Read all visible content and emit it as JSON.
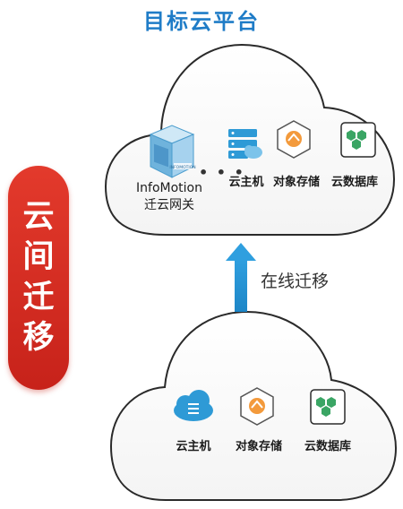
{
  "title": "目标云平台",
  "side_label": [
    "云",
    "间",
    "迁",
    "移"
  ],
  "migrate_label": "在线迁移",
  "gateway": {
    "line1": "InfoMotion",
    "line2": "迁云网关",
    "box_text": "INFOMOTION"
  },
  "ellipsis": "• • •",
  "top_services": [
    "云主机",
    "对象存储",
    "云数据库"
  ],
  "bottom_services": [
    "云主机",
    "对象存储",
    "云数据库"
  ],
  "colors": {
    "title": "#1f7cc7",
    "pill": "#d9291f",
    "arrow": "#2e9ad6",
    "cloud_stroke": "#2a2a2a"
  }
}
